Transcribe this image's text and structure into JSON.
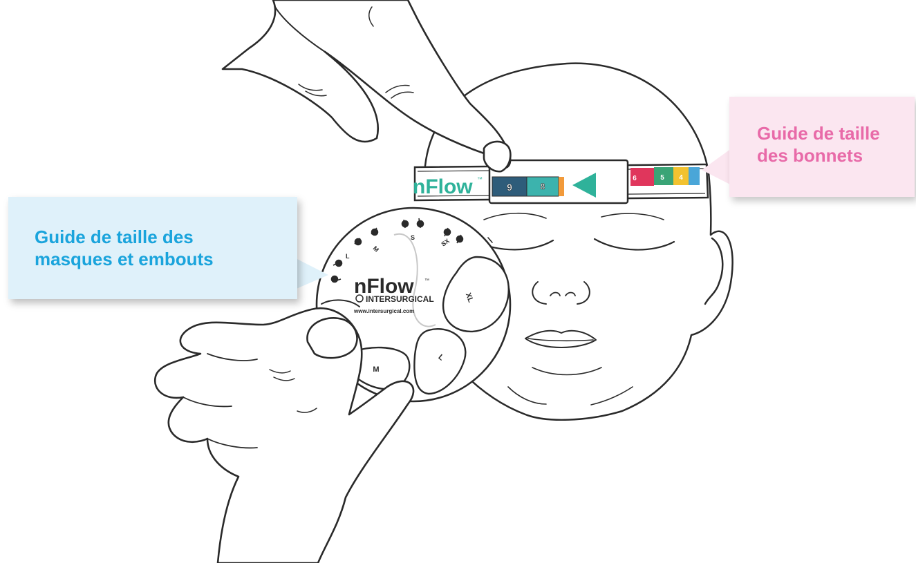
{
  "callouts": {
    "masks_line1": "Guide de taille des",
    "masks_line2": "masques et embouts",
    "bonnets_line1": "Guide de taille",
    "bonnets_line2": "des bonnets"
  },
  "band": {
    "brand": "nFlow",
    "trademark": "™",
    "left_sizes": [
      "9",
      "8"
    ],
    "right_sizes": [
      "6",
      "5",
      "4"
    ]
  },
  "disc": {
    "brand": "nFlow",
    "trademark": "™",
    "company": "INTERSURGICAL",
    "website": "www.intersurgical.com",
    "scale_labels": [
      "L",
      "M",
      "S",
      "SX"
    ],
    "cutouts": [
      "XL",
      "L",
      "M"
    ]
  },
  "colors": {
    "masks_callout_bg": "#dff1fa",
    "masks_callout_text": "#1aa4dc",
    "bonnets_callout_bg": "#fbe6f0",
    "bonnets_callout_text": "#e86aa8",
    "brand_teal": "#2fb29a",
    "size_9": "#2e5c7a",
    "size_8": "#3cb3ad",
    "size_6": "#e0365c",
    "size_5": "#3aa476",
    "size_4": "#f2c230",
    "line": "#2a2a2a"
  }
}
